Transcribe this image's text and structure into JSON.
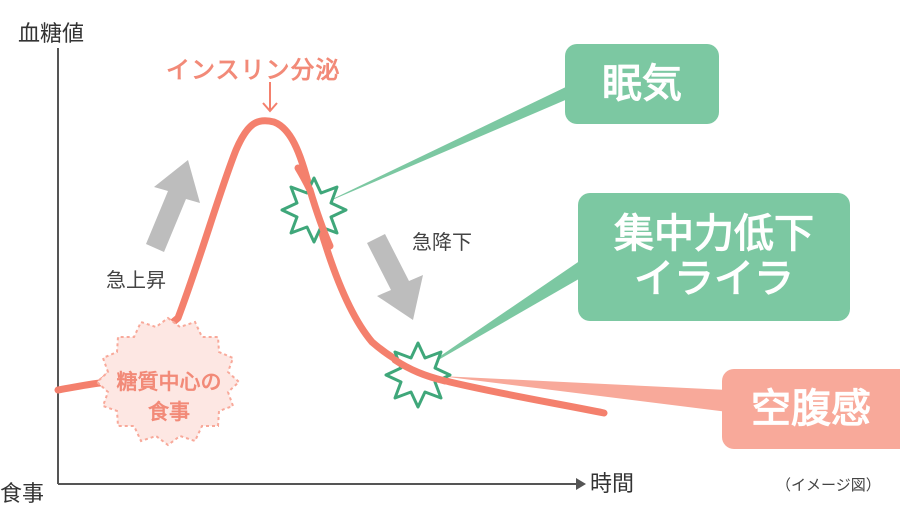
{
  "axes": {
    "y_label": "血糖値",
    "origin_label": "食事",
    "x_label": "時間"
  },
  "annotations": {
    "insulin": "インスリン分泌",
    "rise": "急上昇",
    "drop": "急降下",
    "meal_line1": "糖質中心の",
    "meal_line2": "食事"
  },
  "effects": {
    "sleepy": "眠気",
    "focus_line1": "集中力低下",
    "focus_line2": "イライラ",
    "hunger": "空腹感"
  },
  "caption": "（イメージ図）",
  "colors": {
    "curve": "#f4806d",
    "green": "#7cc8a2",
    "pink": "#f8a99a",
    "arrow_gray": "#bdbdbd",
    "meal_burst": "#fde7e3"
  }
}
